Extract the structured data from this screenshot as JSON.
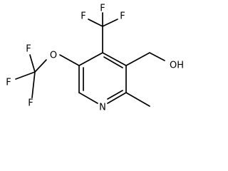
{
  "diagram": {
    "type": "chemical-structure",
    "atom_labels": {
      "F_top_left": "F",
      "F_top_right": "F",
      "F_upper_mid": "F",
      "F_ocf3_top": "F",
      "F_ocf3_left": "F",
      "F_ocf3_bottom": "F",
      "O_ether": "O",
      "N_ring": "N",
      "OH": "OH"
    }
  }
}
